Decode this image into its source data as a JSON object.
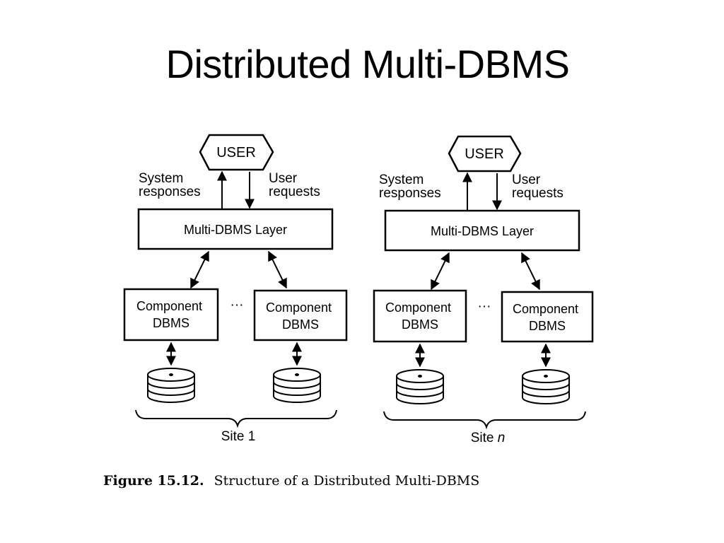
{
  "title": "Distributed Multi-DBMS",
  "sites": [
    {
      "user": "USER",
      "responses_line1": "System",
      "responses_line2": "responses",
      "requests_line1": "User",
      "requests_line2": "requests",
      "layer": "Multi-DBMS Layer",
      "component_line1": "Component",
      "component_line2": "DBMS",
      "ellipsis": "···",
      "site_label": "Site 1",
      "site_label_suffix": ""
    },
    {
      "user": "USER",
      "responses_line1": "System",
      "responses_line2": "responses",
      "requests_line1": "User",
      "requests_line2": "requests",
      "layer": "Multi-DBMS Layer",
      "component_line1": "Component",
      "component_line2": "DBMS",
      "ellipsis": "···",
      "site_label": "Site ",
      "site_label_suffix": "n"
    }
  ],
  "caption": {
    "number": "Figure 15.12.",
    "text": "Structure of a Distributed Multi-DBMS"
  }
}
